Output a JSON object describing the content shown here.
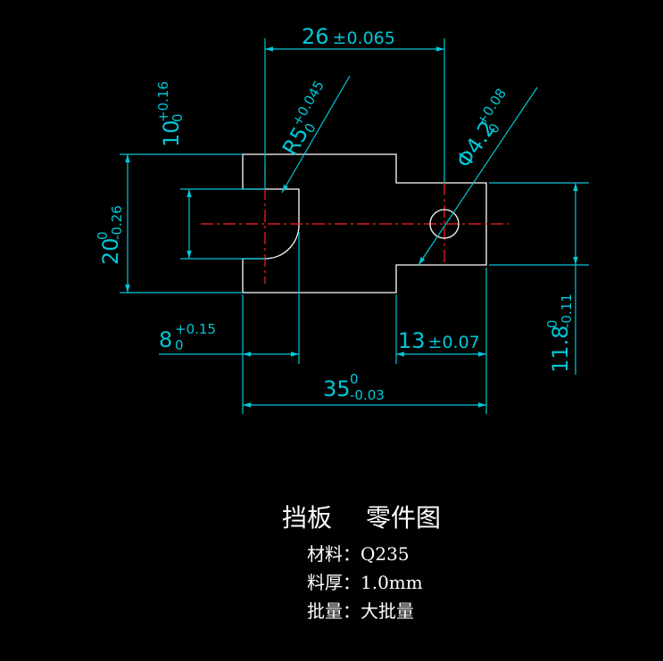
{
  "colors": {
    "background": "#000000",
    "outline": "#ffffff",
    "dimension": "#00c8d8",
    "centerline": "#ff2020",
    "text": "#ffffff"
  },
  "dimensions": {
    "d26": {
      "main": "26",
      "tol": "±0.065"
    },
    "d10": {
      "main": "10",
      "upper": "+0.16",
      "lower": "0"
    },
    "r5": {
      "main": "R5",
      "upper": "+0.045",
      "lower": "0"
    },
    "dia": {
      "main": "Φ4.2",
      "upper": "+0.08",
      "lower": "0"
    },
    "d20": {
      "main": "20",
      "upper": "0",
      "lower": "-0.26"
    },
    "d8": {
      "main": "8",
      "upper": "+0.15",
      "lower": "0"
    },
    "d13": {
      "main": "13",
      "tol": "±0.07"
    },
    "d35": {
      "main": "35",
      "upper": "0",
      "lower": "-0.03"
    },
    "d118": {
      "main": "11.8",
      "upper": "0",
      "lower": "-0.11"
    }
  },
  "title": {
    "part_name": "挡板",
    "drawing_type": "零件图"
  },
  "info": [
    {
      "label": "材料：",
      "value": "Q235"
    },
    {
      "label": "料厚：",
      "value": "1.0mm"
    },
    {
      "label": "批量：",
      "value": "大批量"
    }
  ]
}
